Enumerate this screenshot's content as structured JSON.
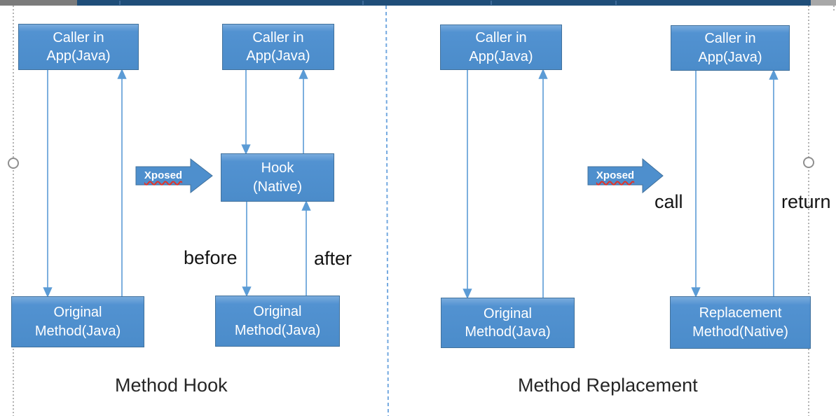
{
  "slide": {
    "left_diagram": {
      "caption": "Method Hook",
      "col1_caller_box": "Caller in\nApp(Java)",
      "col1_original_box": "Original\nMethod(Java)",
      "col2_caller_box": "Caller in\nApp(Java)",
      "col2_hook_box": "Hook\n(Native)",
      "col2_original_box": "Original\nMethod(Java)",
      "xposed_label": "Xposed",
      "before_label": "before",
      "after_label": "after"
    },
    "right_diagram": {
      "caption": "Method Replacement",
      "col1_caller_box": "Caller in\nApp(Java)",
      "col1_original_box": "Original\nMethod(Java)",
      "col2_caller_box": "Caller in\nApp(Java)",
      "col2_replacement_box": "Replacement\nMethod(Native)",
      "xposed_label": "Xposed",
      "call_label": "call",
      "return_label": "return"
    },
    "icons": {
      "block_arrow": "xposed-block-arrow-icon",
      "selection_handle": "selection-handle-circle"
    },
    "colors": {
      "box_fill": "#4b8cca",
      "box_border": "#41719c",
      "arrow_line": "#5b9bd5",
      "divider_dashed": "#74a9e0",
      "top_bar_navy": "#1f4e79",
      "top_bar_gray": "#7b7b7b",
      "label_text": "#141414",
      "spellcheck_underline": "#e0342b"
    }
  }
}
